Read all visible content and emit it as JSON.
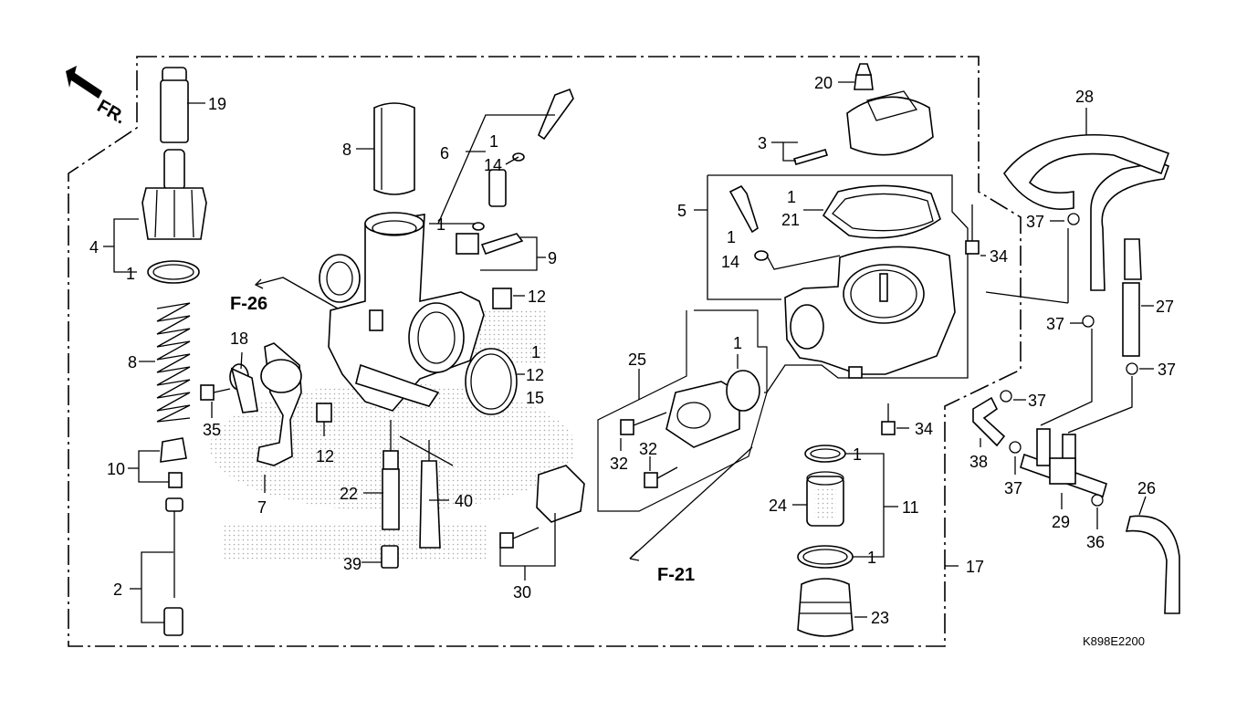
{
  "direction_marker": "FR.",
  "diagram_code": "K898E2200",
  "references": [
    "F-26",
    "F-21"
  ],
  "callouts": {
    "c19": "19",
    "c4": "4",
    "c1a": "1",
    "c8a": "8",
    "c10": "10",
    "c2": "2",
    "c35": "35",
    "c18": "18",
    "c7": "7",
    "c12a": "12",
    "c22": "22",
    "c39": "39",
    "c40": "40",
    "c8b": "8",
    "c6": "6",
    "c1b": "1",
    "c14a": "14",
    "c1c": "1",
    "c9": "9",
    "c12b": "12",
    "c1d": "1",
    "c12c": "12",
    "c15": "15",
    "c25": "25",
    "c32a": "32",
    "c32b": "32",
    "c30": "30",
    "c1e": "1",
    "c20": "20",
    "c3": "3",
    "c5": "5",
    "c1f": "1",
    "c21": "21",
    "c1g": "1",
    "c14b": "14",
    "c34a": "34",
    "c34b": "34",
    "c1h": "1",
    "c11": "11",
    "c24": "24",
    "c1i": "1",
    "c23": "23",
    "c17": "17",
    "c28": "28",
    "c37a": "37",
    "c27": "27",
    "c37b": "37",
    "c37c": "37",
    "c37d": "37",
    "c38": "38",
    "c37e": "37",
    "c29": "29",
    "c36": "36",
    "c26": "26"
  },
  "colors": {
    "line": "#000000",
    "background": "#ffffff",
    "watermark": "#b0b0b0"
  }
}
